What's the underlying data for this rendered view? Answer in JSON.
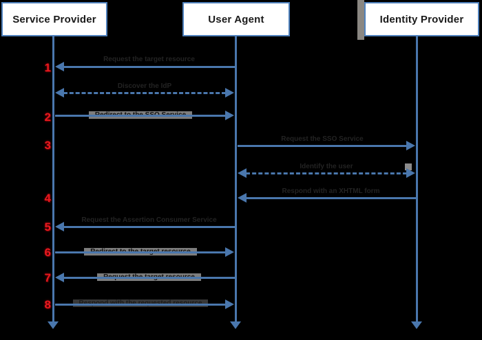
{
  "actors": [
    {
      "label": "Service Provider"
    },
    {
      "label": "User Agent"
    },
    {
      "label": "Identity Provider"
    }
  ],
  "steps": [
    {
      "num": "1",
      "label": "Request the target resource"
    },
    {
      "num": "2",
      "label": "Redirect to the SSO Service"
    },
    {
      "num": "3",
      "label": "Request the SSO Service"
    },
    {
      "num": "4",
      "label": "Respond with an XHTML form"
    },
    {
      "num": "5",
      "label": "Request the Assertion Consumer Service"
    },
    {
      "num": "6",
      "label": "Redirect to the target resource"
    },
    {
      "num": "7",
      "label": "Request the target resource"
    },
    {
      "num": "8",
      "label": "Respond with the requested resource"
    }
  ],
  "annotations": [
    {
      "label": "Discover the IdP"
    },
    {
      "label": "Identify the user"
    }
  ],
  "colors": {
    "background": "#000000",
    "arrow_blue": "#4a77ad",
    "box_border_blue": "#4f81bd",
    "box_fill": "#ffffff",
    "number_red": "#e7191f",
    "highlight_gray": "#7d7d7d"
  }
}
